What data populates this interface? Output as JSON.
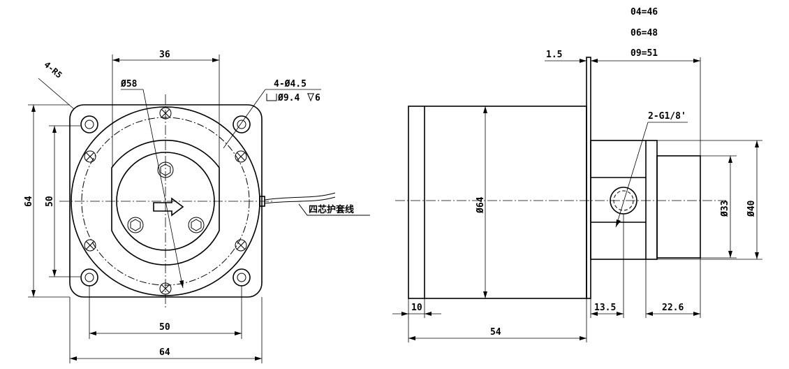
{
  "front_view": {
    "dim_top": "36",
    "dim_corner_radius": "4-R5",
    "dim_circle_dia": "Ø58",
    "dim_holes": "4-Ø4.5",
    "dim_counterbore": "Ø9.4",
    "dim_counterbore_depth": "6",
    "dim_height_outer": "64",
    "dim_height_inner": "50",
    "dim_bottom_inner": "50",
    "dim_bottom_outer": "64",
    "cable_label": "四芯护套线"
  },
  "side_view": {
    "variants": [
      "04=46",
      "06=48",
      "09=51"
    ],
    "dim_flange": "1.5",
    "dim_port": "2-G1/8'",
    "dim_body_dia": "Ø64",
    "dim_inner_dia": "Ø33",
    "dim_outer_dia": "Ø40",
    "dim_left_step": "10",
    "dim_total_length": "54",
    "dim_port_offset": "13.5",
    "dim_end_length": "22.6"
  }
}
